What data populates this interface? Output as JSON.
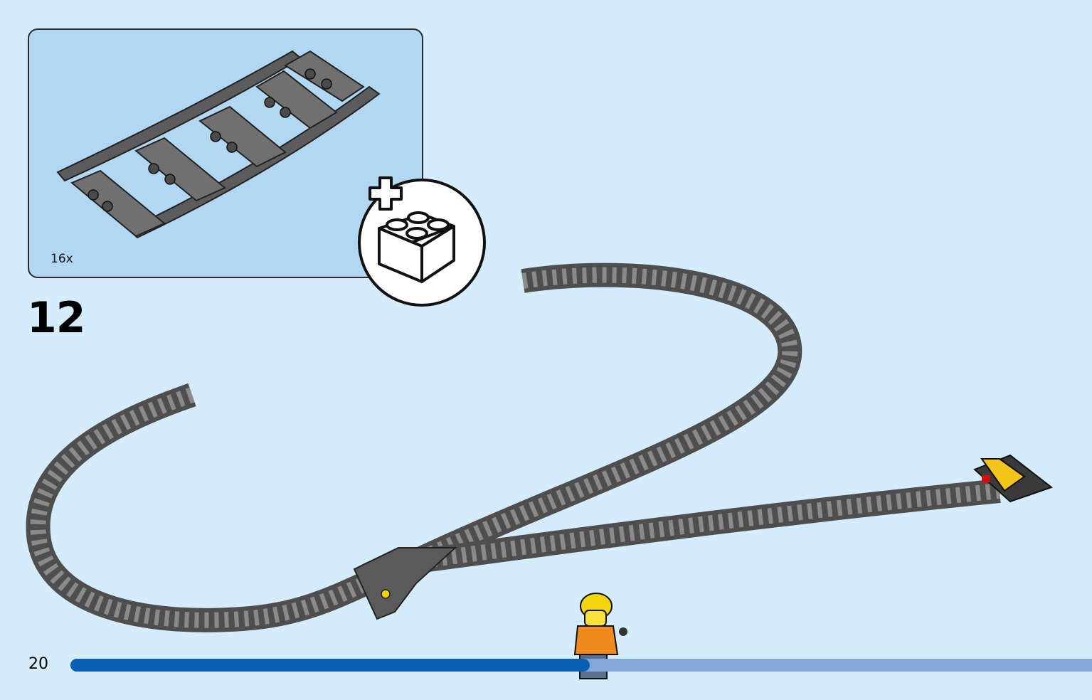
{
  "callout": {
    "quantity": "16x",
    "part_name_icon": "curved-rail-piece",
    "badge_icon": "plus-brick-icon"
  },
  "step": {
    "number": "12"
  },
  "page": {
    "number": "20"
  },
  "progress": {
    "fraction": 0.5
  },
  "colors": {
    "background": "#d4ecfb",
    "callout_bg": "#b2d7f3",
    "track": "#5b5b5b",
    "tie": "#6a6a6a",
    "progress_fill": "#0a5fb4",
    "progress_track": "#86a8d8"
  }
}
